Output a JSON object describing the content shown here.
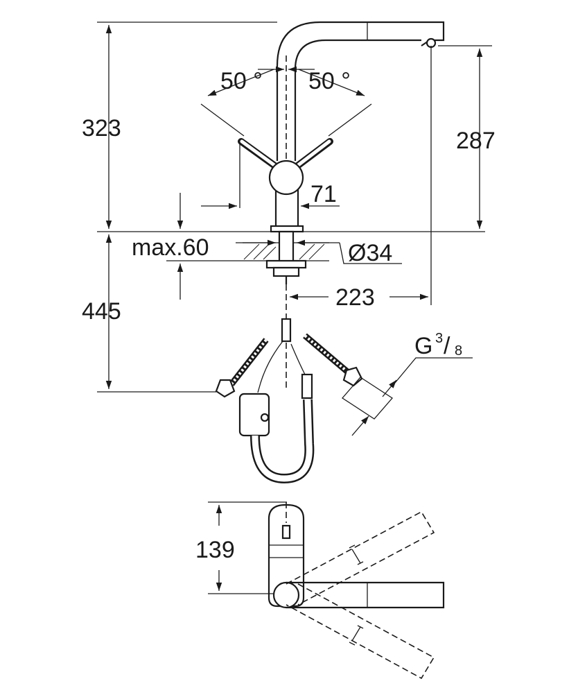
{
  "dimensions": {
    "angle_left": "50 °",
    "angle_right": "50 °",
    "total_height": "323",
    "spout_height": "287",
    "lever_offset": "71",
    "max_deck": "max.60",
    "hole_diameter": "Ø34",
    "reach": "223",
    "under_length": "445",
    "thread_letter": "G",
    "thread_num": "3",
    "thread_den": "8",
    "plan_depth": "139"
  },
  "colors": {
    "line": "#1a1a1a",
    "background": "#ffffff"
  }
}
